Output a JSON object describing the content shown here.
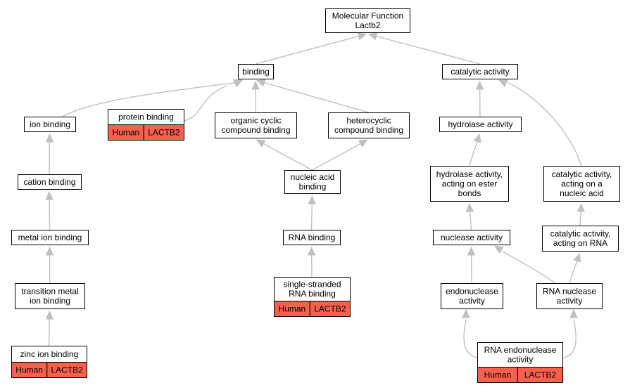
{
  "graph": {
    "colors": {
      "annotation_fill": "#f4614d",
      "edge": "#c0c0c0",
      "node_border": "#000000",
      "node_fill": "#ffffff"
    },
    "nodes": {
      "root": {
        "lines": [
          "Molecular Function",
          "Lactb2"
        ]
      },
      "binding": {
        "lines": [
          "binding"
        ]
      },
      "catalytic": {
        "lines": [
          "catalytic activity"
        ]
      },
      "ion_binding": {
        "lines": [
          "ion binding"
        ]
      },
      "protein_binding": {
        "lines": [
          "protein binding"
        ],
        "annotation": [
          "Human",
          "LACTB2"
        ]
      },
      "organic_cyclic": {
        "lines": [
          "organic cyclic",
          "compound binding"
        ]
      },
      "heterocyclic": {
        "lines": [
          "heterocyclic",
          "compound binding"
        ]
      },
      "hydrolase": {
        "lines": [
          "hydrolase activity"
        ]
      },
      "cation_binding": {
        "lines": [
          "cation binding"
        ]
      },
      "nucleic_acid_binding": {
        "lines": [
          "nucleic acid",
          "binding"
        ]
      },
      "hydrolase_ester": {
        "lines": [
          "hydrolase activity,",
          "acting on ester",
          "bonds"
        ]
      },
      "catalytic_nucleic": {
        "lines": [
          "catalytic activity,",
          "acting on a",
          "nucleic acid"
        ]
      },
      "metal_ion": {
        "lines": [
          "metal ion binding"
        ]
      },
      "rna_binding": {
        "lines": [
          "RNA binding"
        ]
      },
      "nuclease": {
        "lines": [
          "nuclease activity"
        ]
      },
      "catalytic_rna": {
        "lines": [
          "catalytic activity,",
          "acting on RNA"
        ]
      },
      "transition_metal": {
        "lines": [
          "transition metal",
          "ion binding"
        ]
      },
      "ssrna_binding": {
        "lines": [
          "single-stranded",
          "RNA binding"
        ],
        "annotation": [
          "Human",
          "LACTB2"
        ]
      },
      "endonuclease": {
        "lines": [
          "endonuclease",
          "activity"
        ]
      },
      "rna_nuclease": {
        "lines": [
          "RNA nuclease",
          "activity"
        ]
      },
      "zinc_ion": {
        "lines": [
          "zinc ion binding"
        ],
        "annotation": [
          "Human",
          "LACTB2"
        ]
      },
      "rna_endonuclease": {
        "lines": [
          "RNA endonuclease",
          "activity"
        ],
        "annotation": [
          "Human",
          "LACTB2"
        ]
      }
    },
    "edges": [
      {
        "from": "binding",
        "to": "root"
      },
      {
        "from": "catalytic",
        "to": "root"
      },
      {
        "from": "ion_binding",
        "to": "binding"
      },
      {
        "from": "protein_binding",
        "to": "binding"
      },
      {
        "from": "organic_cyclic",
        "to": "binding"
      },
      {
        "from": "heterocyclic",
        "to": "binding"
      },
      {
        "from": "hydrolase",
        "to": "catalytic"
      },
      {
        "from": "catalytic_nucleic",
        "to": "catalytic"
      },
      {
        "from": "cation_binding",
        "to": "ion_binding"
      },
      {
        "from": "nucleic_acid_binding",
        "to": "organic_cyclic"
      },
      {
        "from": "nucleic_acid_binding",
        "to": "heterocyclic"
      },
      {
        "from": "hydrolase_ester",
        "to": "hydrolase"
      },
      {
        "from": "metal_ion",
        "to": "cation_binding"
      },
      {
        "from": "rna_binding",
        "to": "nucleic_acid_binding"
      },
      {
        "from": "nuclease",
        "to": "hydrolase_ester"
      },
      {
        "from": "catalytic_rna",
        "to": "catalytic_nucleic"
      },
      {
        "from": "transition_metal",
        "to": "metal_ion"
      },
      {
        "from": "ssrna_binding",
        "to": "rna_binding"
      },
      {
        "from": "endonuclease",
        "to": "nuclease"
      },
      {
        "from": "rna_nuclease",
        "to": "nuclease"
      },
      {
        "from": "rna_nuclease",
        "to": "catalytic_rna"
      },
      {
        "from": "zinc_ion",
        "to": "transition_metal"
      },
      {
        "from": "rna_endonuclease",
        "to": "endonuclease"
      },
      {
        "from": "rna_endonuclease",
        "to": "rna_nuclease"
      }
    ]
  }
}
